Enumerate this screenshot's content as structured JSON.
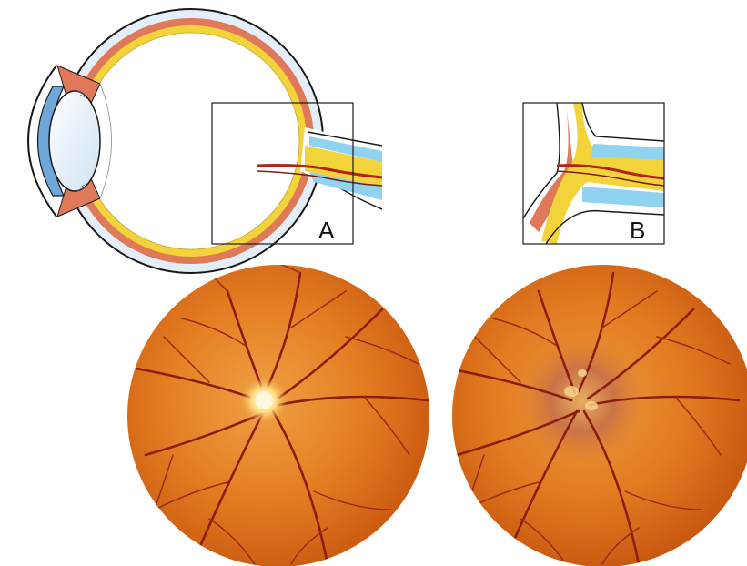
{
  "figure": {
    "panel_a_label": "A",
    "panel_b_label": "B"
  },
  "colors": {
    "sclera_outline": "#1a1a1a",
    "sclera_fill": "#dfe9f6",
    "choroid": "#e0785a",
    "retina": "#f2d43a",
    "nerve_sheath_blue": "#8fd3f0",
    "vessel": "#b32418",
    "cornea": "#6fa7d8",
    "fundus_orange": "#e07a1c",
    "fundus_edge": "#c45510",
    "optic_disc": "#ffe9a0",
    "fundus_vessel": "#8a1e10"
  },
  "icons": {
    "eye_cross_section": "eye-cross-section",
    "normal_optic_nerve_inset": "normal-optic-nerve-inset",
    "swollen_optic_nerve_inset": "swollen-optic-nerve-inset",
    "normal_fundus": "normal-fundus",
    "papilledema_fundus": "papilledema-fundus"
  }
}
